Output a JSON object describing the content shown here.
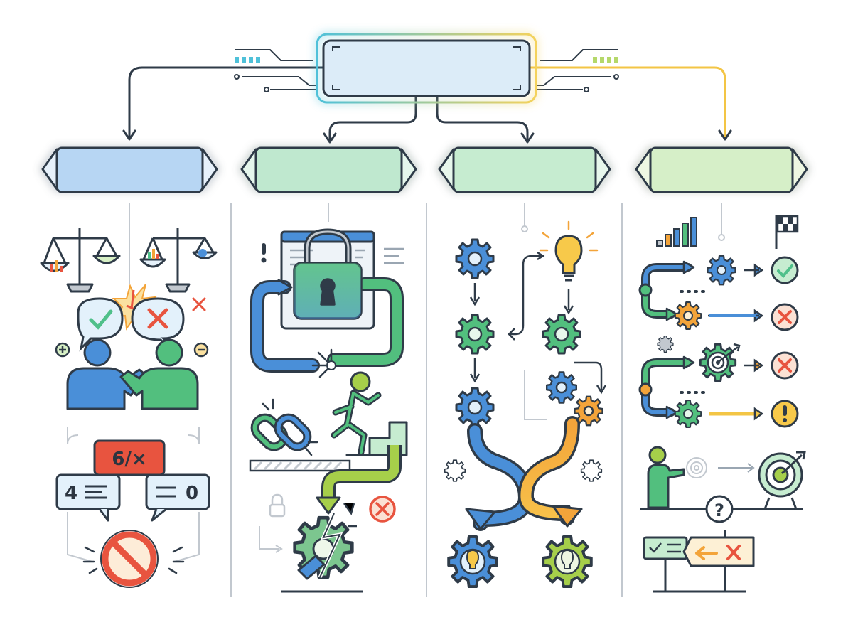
{
  "root": {
    "label": ""
  },
  "categories": [
    {
      "label": "",
      "fill": "#b7d6f3",
      "stroke": "#2f3b48",
      "accent": "#5aa0e0"
    },
    {
      "label": "",
      "fill": "#bfe8cf",
      "stroke": "#2f3b48",
      "accent": "#4fc08a"
    },
    {
      "label": "",
      "fill": "#c6ecd0",
      "stroke": "#2f3b48",
      "accent": "#5bc48a"
    },
    {
      "label": "",
      "fill": "#d6efc8",
      "stroke": "#2f3b48",
      "accent": "#c8d94c"
    }
  ],
  "col1": {
    "icons": [
      "balance-scale-icon",
      "check-speech-bubble-icon",
      "cross-speech-bubble-icon",
      "two-people-conflict-icon",
      "plus-icon",
      "minus-icon",
      "prohibited-icon"
    ],
    "bubble_top": "6/×",
    "bubble_left": "4",
    "bubble_right": "0"
  },
  "col2": {
    "icons": [
      "padlock-icon",
      "browser-window-icon",
      "cycle-arrow-icon",
      "broken-chain-icon",
      "climbing-person-icon",
      "broken-gear-icon",
      "cancel-icon"
    ]
  },
  "col3": {
    "icons": [
      "gear-icon",
      "lightbulb-icon",
      "flow-arrow-icon",
      "lightbulb-gear-icon"
    ]
  },
  "col4": {
    "icons": [
      "bar-chart-icon",
      "checkered-flag-icon",
      "check-circle-icon",
      "cross-circle-icon",
      "warning-circle-icon",
      "target-icon",
      "question-icon",
      "signpost-icon"
    ]
  },
  "colors": {
    "line": "#2f3b48",
    "blue": "#4a8fd8",
    "green": "#52bf7e",
    "lime": "#a6cf4a",
    "orange": "#f3a43a",
    "red": "#e8543f",
    "grey": "#c2c8cf",
    "yellow": "#f4c542"
  }
}
